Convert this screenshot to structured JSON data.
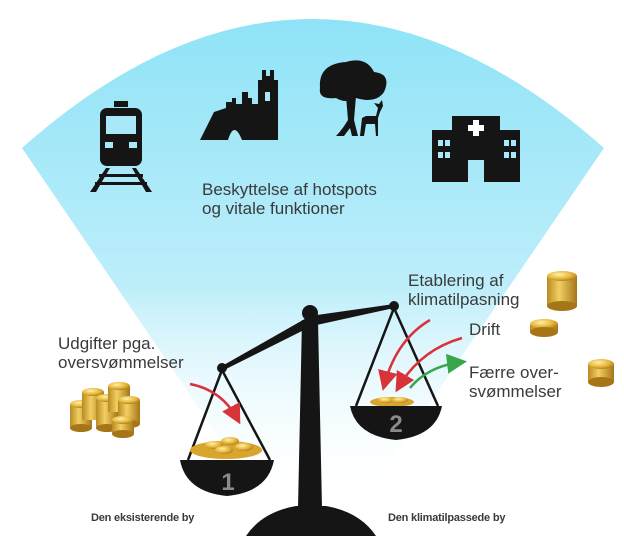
{
  "title_text": "Beskyttelse af  hotspots\nog vitale funktioner",
  "left_label": "Udgifter pga.\noversvømmelser",
  "labels_right": {
    "etablering": "Etablering af\nklimatilpasning",
    "drift": "Drift",
    "faerre": "Færre over-\nsvømmelser"
  },
  "pan_numbers": {
    "left": "1",
    "right": "2"
  },
  "captions": {
    "left": "Den eksisterende by",
    "right": "Den klimatilpassede by"
  },
  "icons": [
    "train-icon",
    "castle-ruin-icon",
    "tree-deer-icon",
    "hospital-icon"
  ],
  "colors": {
    "fan_top": "#8fe3f7",
    "fan_bottom": "#d8f5fc",
    "dark": "#151515",
    "arrow_red": "#d9333a",
    "arrow_green": "#3aa64b",
    "gold": "#e0b030"
  }
}
